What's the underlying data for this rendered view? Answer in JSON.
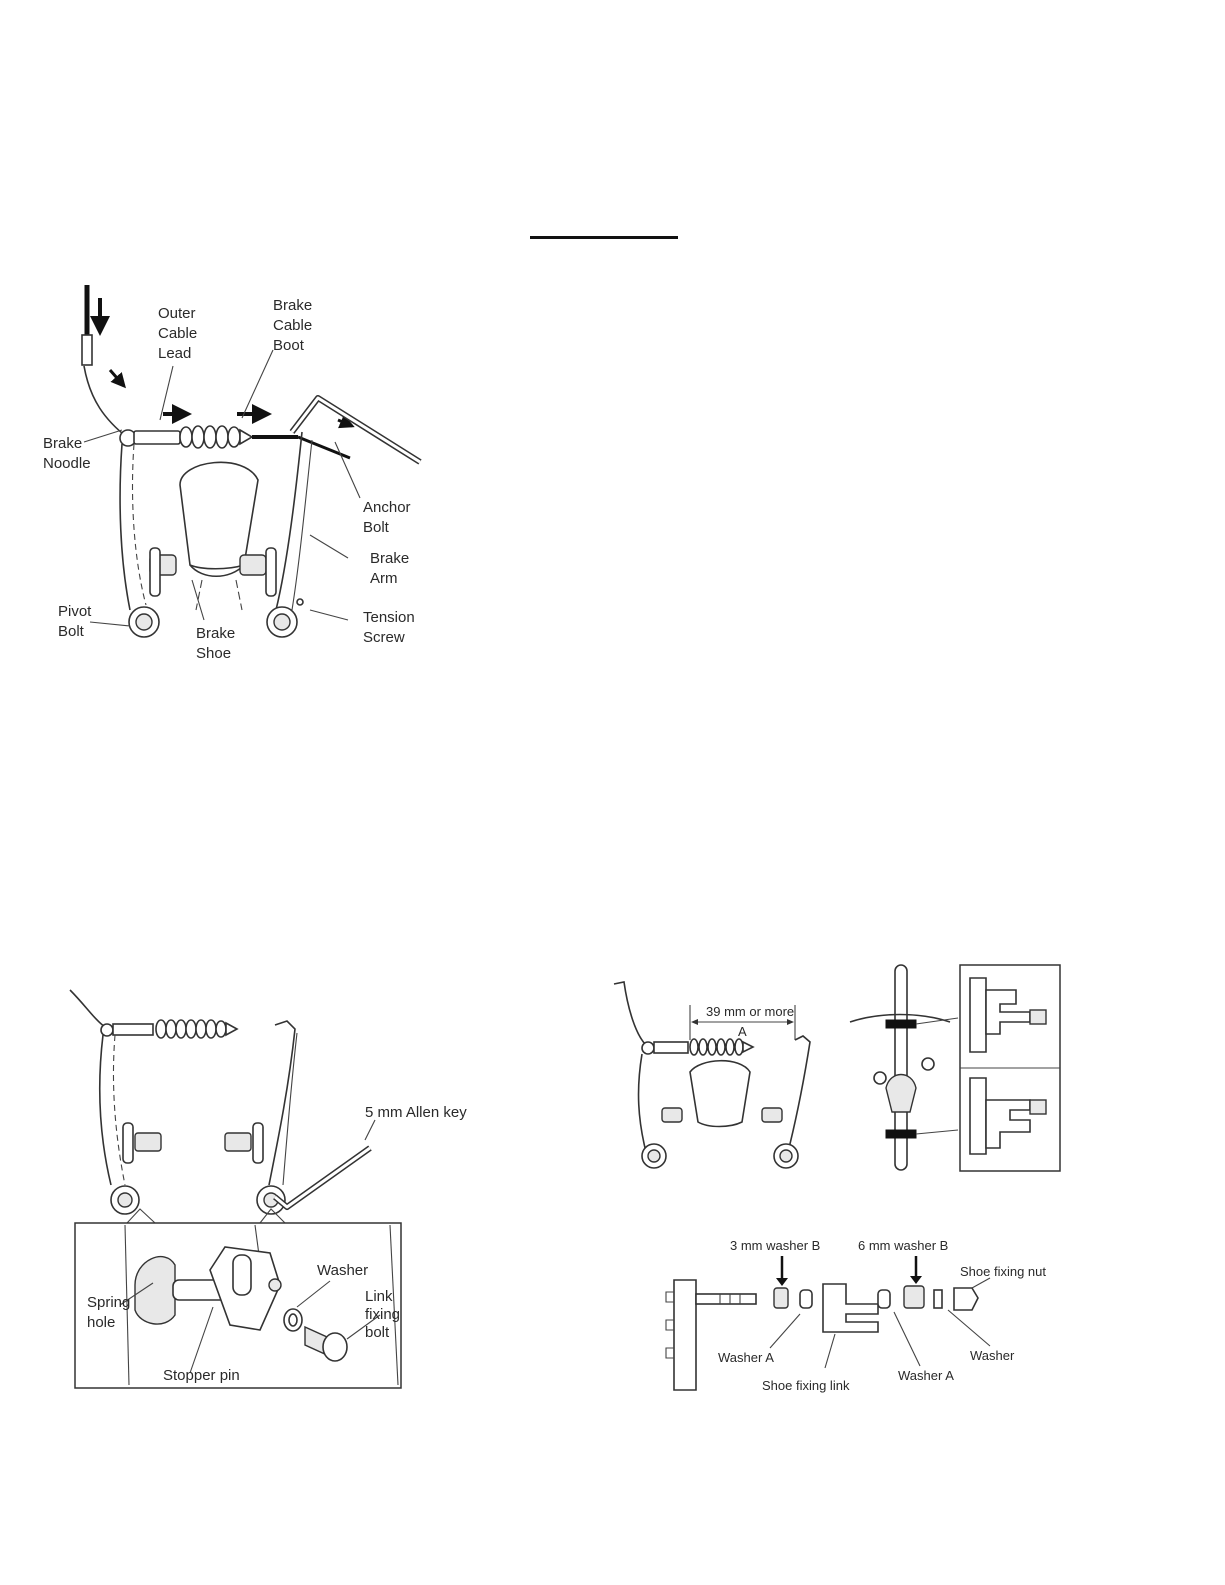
{
  "figure1": {
    "labels": {
      "outer_cable_lead": [
        "Outer",
        "Cable",
        "Lead"
      ],
      "brake_cable_boot": [
        "Brake",
        "Cable",
        "Boot"
      ],
      "brake_noodle": [
        "Brake",
        "Noodle"
      ],
      "anchor_bolt": [
        "Anchor",
        "Bolt"
      ],
      "brake_arm": [
        "Brake",
        "Arm"
      ],
      "pivot_bolt": [
        "Pivot",
        "Bolt"
      ],
      "brake_shoe": [
        "Brake",
        "Shoe"
      ],
      "tension_screw": [
        "Tension",
        "Screw"
      ]
    }
  },
  "figure2": {
    "labels": {
      "allen_key": "5 mm Allen key",
      "spring_hole": [
        "Spring",
        "hole"
      ],
      "stopper_pin": "Stopper pin",
      "washer": "Washer",
      "link_fixing_bolt": [
        "Link",
        "fixing",
        "bolt"
      ]
    }
  },
  "figure3": {
    "labels": {
      "clearance": "39 mm or more",
      "clearance_letter": "A"
    }
  },
  "figure4": {
    "labels": {
      "washer_b_3mm": "3 mm washer B",
      "washer_b_6mm": "6 mm washer B",
      "shoe_fixing_nut": "Shoe fixing nut",
      "washer_a_left": "Washer A",
      "shoe_fixing_link": "Shoe fixing link",
      "washer_a_right": "Washer A",
      "washer": "Washer"
    }
  }
}
